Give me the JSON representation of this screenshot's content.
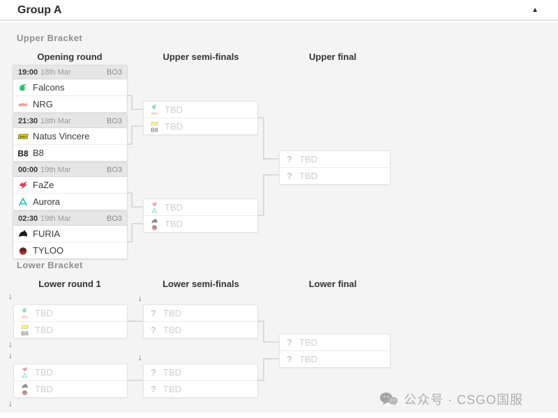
{
  "header": {
    "title": "Group A"
  },
  "icons": {
    "collapse": "▲",
    "drop_arrow": "↓",
    "unknown_team": "?"
  },
  "teams": {
    "falcons": {
      "name": "Falcons",
      "color": "#2fbf71"
    },
    "nrg": {
      "name": "NRG",
      "color": "#e0452f"
    },
    "navi": {
      "name": "Natus Vincere",
      "color": "#ffee00"
    },
    "b8": {
      "name": "B8",
      "color": "#151515"
    },
    "faze": {
      "name": "FaZe",
      "color": "#e63950"
    },
    "aurora": {
      "name": "Aurora",
      "color": "#26c6b0"
    },
    "furia": {
      "name": "FURIA",
      "color": "#1b1b1b"
    },
    "tyloo": {
      "name": "TYLOO",
      "color": "#a33333"
    }
  },
  "upper": {
    "label": "Upper Bracket",
    "col1": "Opening round",
    "col2": "Upper semi-finals",
    "col3": "Upper final",
    "matches": [
      {
        "time": "19:00",
        "date": "18th Mar",
        "format": "BO3",
        "team1": "Falcons",
        "team2": "NRG"
      },
      {
        "time": "21:30",
        "date": "18th Mar",
        "format": "BO3",
        "team1": "Natus Vincere",
        "team2": "B8"
      },
      {
        "time": "00:00",
        "date": "19th Mar",
        "format": "BO3",
        "team1": "FaZe",
        "team2": "Aurora"
      },
      {
        "time": "02:30",
        "date": "19th Mar",
        "format": "BO3",
        "team1": "FURIA",
        "team2": "TYLOO"
      }
    ],
    "semi1": {
      "slots": [
        "TBD",
        "TBD"
      ]
    },
    "semi2": {
      "slots": [
        "TBD",
        "TBD"
      ]
    },
    "final": {
      "slots": [
        "TBD",
        "TBD"
      ]
    }
  },
  "lower": {
    "label": "Lower Bracket",
    "col1": "Lower round 1",
    "col2": "Lower semi-finals",
    "col3": "Lower final",
    "r1m1": {
      "slots": [
        "TBD",
        "TBD"
      ]
    },
    "r1m2": {
      "slots": [
        "TBD",
        "TBD"
      ]
    },
    "semi1": {
      "slots": [
        "TBD",
        "TBD"
      ]
    },
    "semi2": {
      "slots": [
        "TBD",
        "TBD"
      ]
    },
    "final": {
      "slots": [
        "TBD",
        "TBD"
      ]
    }
  },
  "watermark": {
    "text": "公众号 · CSGO国服"
  }
}
